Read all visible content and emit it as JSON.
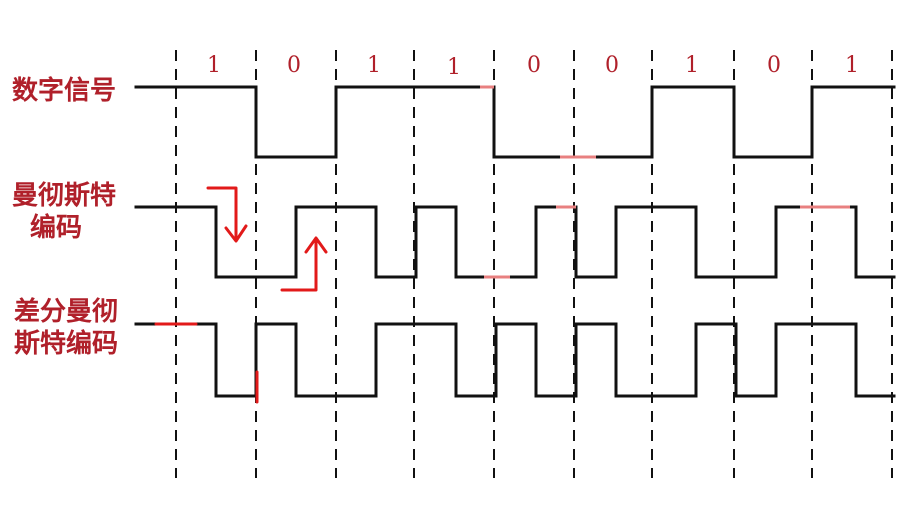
{
  "rows": {
    "digital": {
      "label_lines": [
        "数字信号"
      ]
    },
    "manchester": {
      "label_lines": [
        "曼彻斯特",
        "编码"
      ]
    },
    "diff_manchester": {
      "label_lines": [
        "差分曼彻",
        "斯特编码"
      ]
    }
  },
  "bits": [
    "1",
    "0",
    "1",
    "1",
    "0",
    "0",
    "1",
    "0",
    "1"
  ],
  "colors": {
    "label": "#b0202a",
    "wave": "#111111",
    "annotation": "#e21a1a"
  }
}
